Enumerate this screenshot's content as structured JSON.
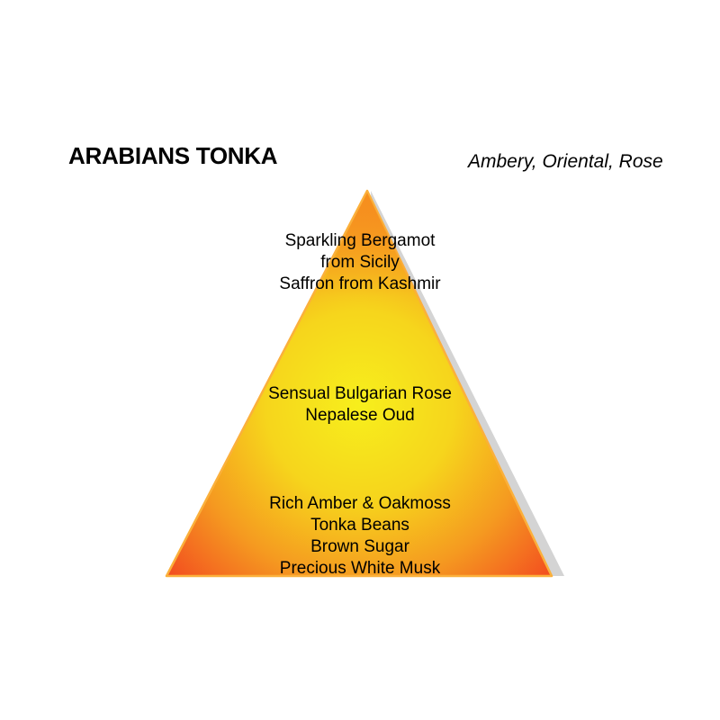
{
  "header": {
    "title": "ARABIANS TONKA",
    "subtitle": "Ambery, Oriental, Rose"
  },
  "pyramid": {
    "colors": {
      "apex": "#f7931e",
      "center": "#f5e81a",
      "base_corners": "#f2411f",
      "edge": "#fbb03b",
      "shadow": "#d4d4d4"
    },
    "tiers": [
      {
        "name": "top-notes",
        "lines": [
          "Sparkling Bergamot",
          "from Sicily",
          "Saffron from Kashmir"
        ]
      },
      {
        "name": "heart-notes",
        "lines": [
          "Sensual Bulgarian Rose",
          "Nepalese Oud"
        ]
      },
      {
        "name": "base-notes",
        "lines": [
          "Rich Amber & Oakmoss",
          "Tonka Beans",
          "Brown Sugar",
          "Precious White Musk"
        ]
      }
    ]
  }
}
